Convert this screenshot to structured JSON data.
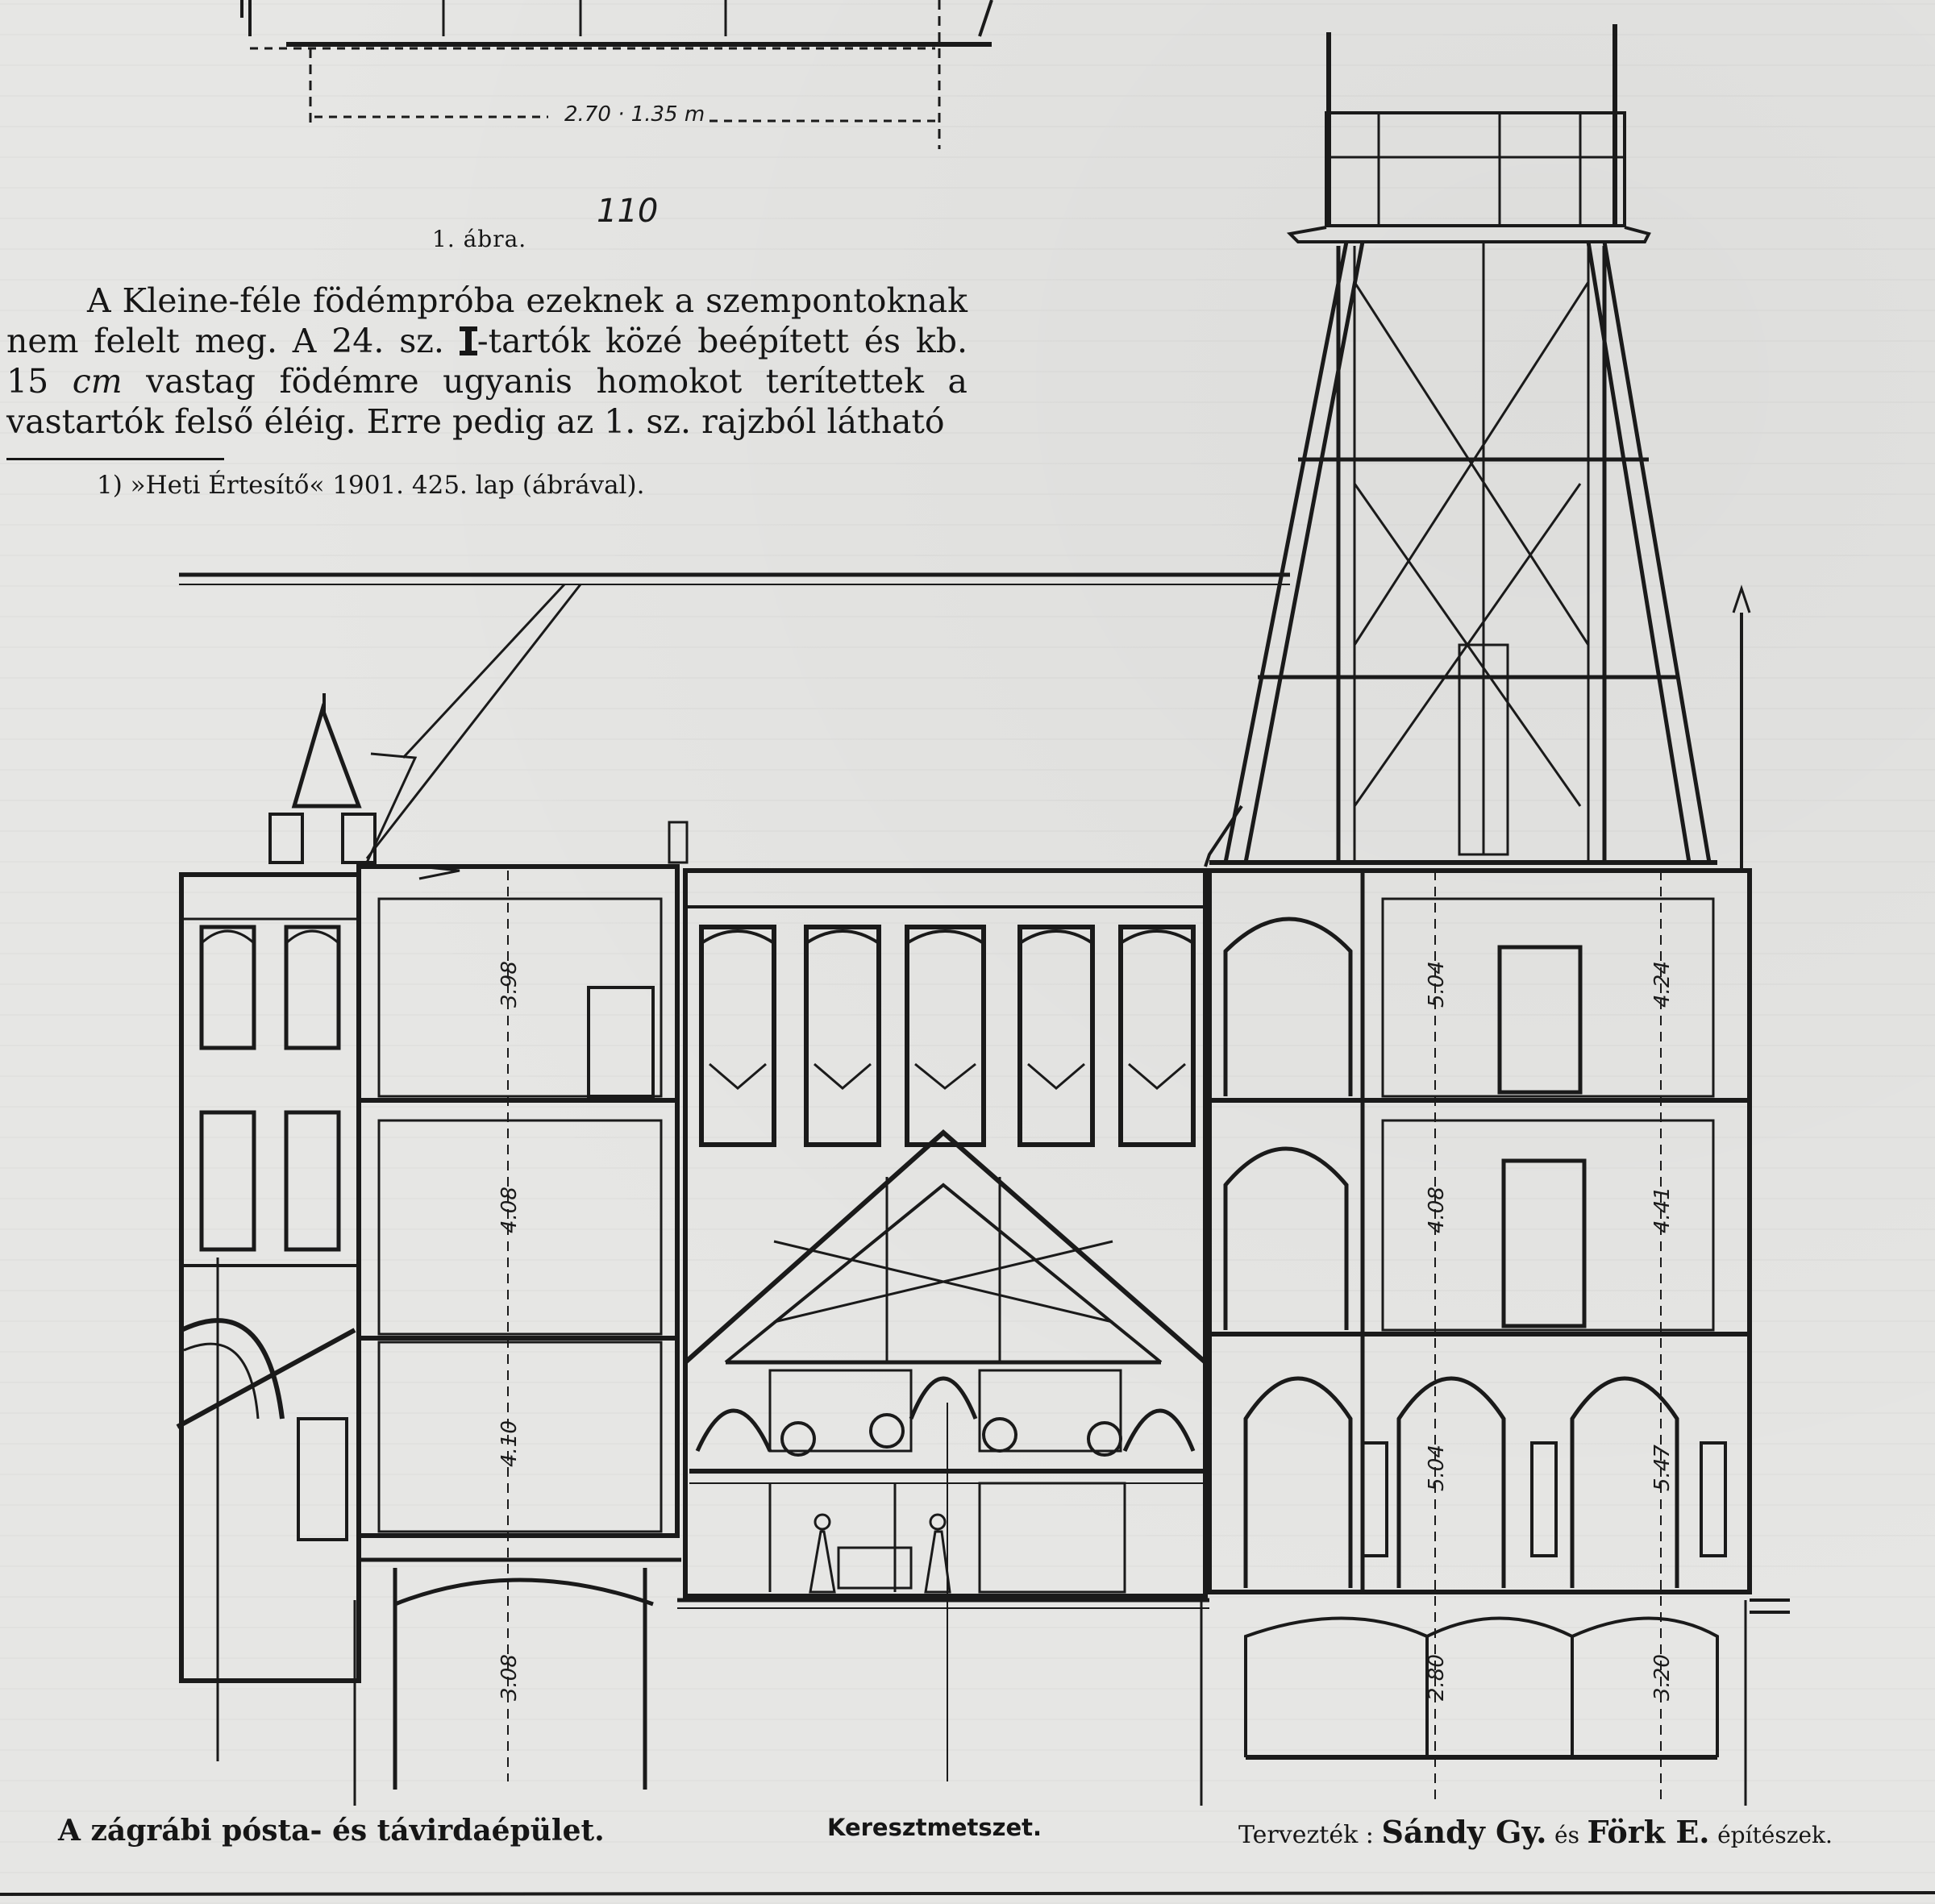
{
  "figure_top": {
    "dimension_text": "2.70 · 1.35 m",
    "number_handwritten": "110",
    "caption": "1. ábra."
  },
  "body": {
    "part1": "A Kleine-féle födémpróba ezeknek a szempontoknak nem felelt meg. A 24. sz. ",
    "part2": "-tartók közé beépített és kb. 15 ",
    "unit": "cm",
    "part3": " vastag födémre ugyanis homokot terítettek a vastartók felső éléig. Erre pedig az 1. sz. rajzból látható"
  },
  "footnote": {
    "mark": "1)",
    "text": " »Heti Értesítő« 1901. 425. lap (ábrával)."
  },
  "drawing_dims": {
    "left_col": [
      "3.98",
      "4.08",
      "4.10",
      "3.08"
    ],
    "mid_col": [
      "5.04",
      "4.08",
      "5.04",
      "2.80"
    ],
    "right_col": [
      "4.24",
      "4.41",
      "5.47",
      "3.20"
    ]
  },
  "bottom_captions": {
    "title": "A zágrábi pósta- és távirdaépület.",
    "section": "Keresztmetszet.",
    "designed_by": "Tervezték :",
    "architect1": "Sándy Gy.",
    "and": "és",
    "architect2": "Förk E.",
    "role": "építészek."
  }
}
